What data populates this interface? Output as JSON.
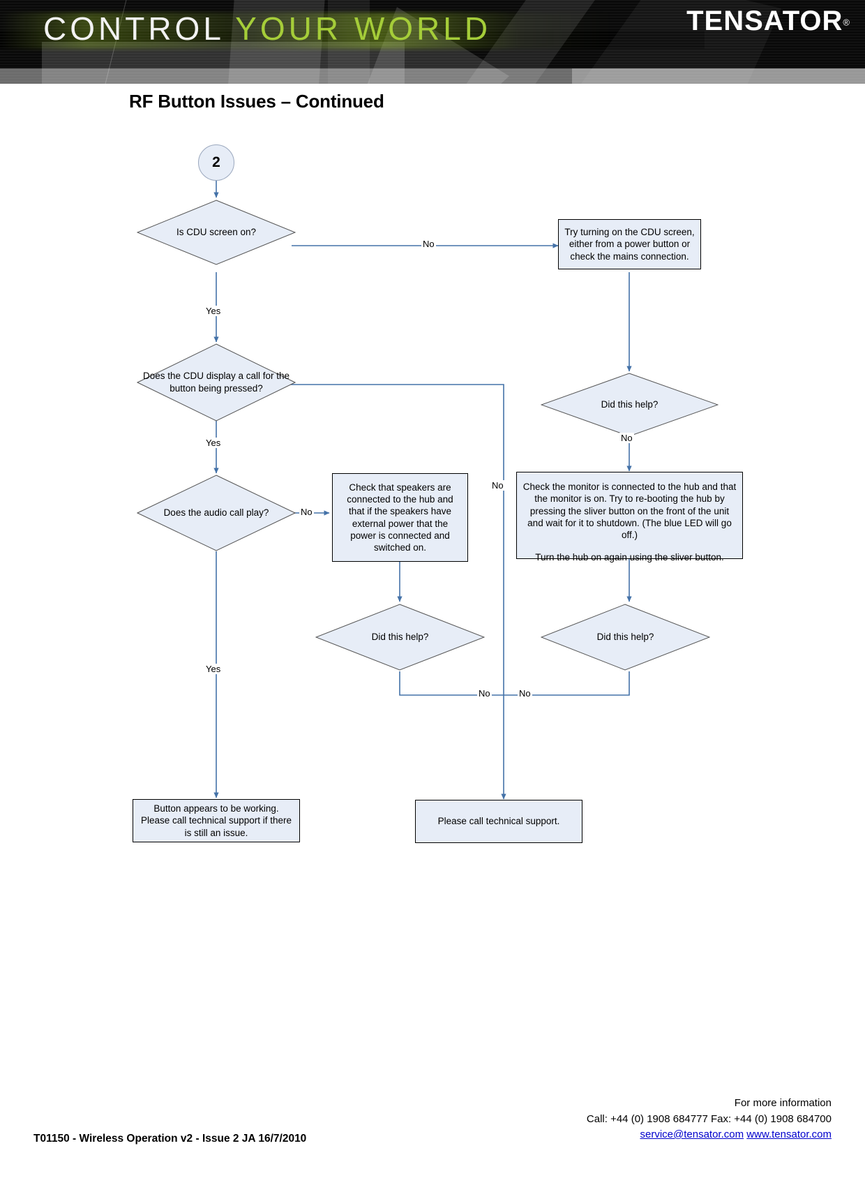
{
  "header": {
    "slogan_part1": "CONTROL",
    "slogan_part2": "YOUR WORLD",
    "logo_text": "TENSATOR",
    "logo_registered": "®",
    "accent_color": "#a5cd39",
    "background_color": "#0a0a0a"
  },
  "page_title": "RF Button Issues – Continued",
  "flow": {
    "node_fill": "#e7edf7",
    "connector_color": "#4472a8",
    "nodes": {
      "connector_2": "2",
      "d_cdu_screen": "Is CDU screen on?",
      "p_turn_on_cdu": "Try turning on the CDU screen, either from a power button or check the mains connection.",
      "d_did_help_1": "Did this help?",
      "d_cdu_display_call": "Does the CDU display a call for the button being pressed?",
      "p_check_monitor": "Check the monitor is connected to the hub and that the monitor is on.  Try to re-booting the hub by pressing the sliver button on the front of the unit and wait for it to shutdown.  (The blue LED will go off.)",
      "p_check_monitor_line2": "Turn the hub on again using the sliver button.",
      "d_audio_call": "Does the audio call play?",
      "p_check_speakers": "Check that speakers are connected to the hub and that if the speakers have external power that the power is connected and switched on.",
      "d_did_help_2": "Did this help?",
      "d_did_help_3": "Did this help?",
      "t_button_working": "Button appears to be working.  Please call technical support if there is still an issue.",
      "t_call_support": "Please call technical support."
    },
    "edge_labels": {
      "cdu_screen_no": "No",
      "cdu_screen_yes": "Yes",
      "cdu_display_yes": "Yes",
      "cdu_display_no": "No",
      "did_help_1_no": "No",
      "audio_call_no": "No",
      "audio_call_yes": "Yes",
      "did_help_2_no": "No",
      "did_help_3_no": "No"
    }
  },
  "footer": {
    "document_ref": "T01150 - Wireless Operation v2 - Issue 2 JA 16/7/2010",
    "more_info": "For more information",
    "phone_line": "Call: +44 (0) 1908 684777 Fax: +44 (0) 1908 684700",
    "email": "service@tensator.com",
    "website": "www.tensator.com"
  }
}
